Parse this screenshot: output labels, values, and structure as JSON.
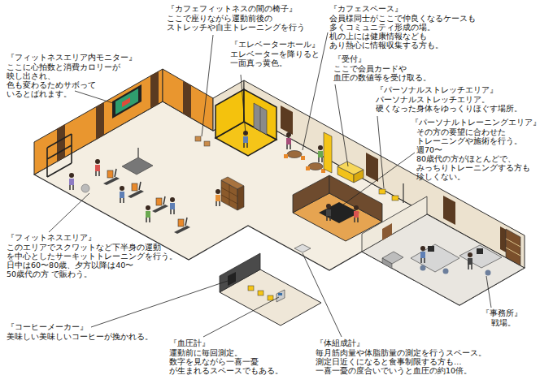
{
  "diagram": {
    "labels": [
      "『カフェフィットネスの間の椅子』",
      "ここで座りながら運動前後の ストレッチや自主トレーニングを行う",
      "『カフェスペース』",
      "会員様同士がここで仲良くなるケースも 多くコミュニティ形成の場。 机の上には健康情報なども あり熱心に情報収集する方も。",
      "『フィットネスエリア内モニター』",
      "ここに心拍数と消費カロリーが 映し出され、色も変わるためサボって いるとばれます。",
      "『エレベーターホール』",
      "エレベーターを降りると 一面真っ黄色。",
      "『受付』",
      "ここで会員カードや 血圧の数値等を受け取る。",
      "『パーソナルストレッチエリア』",
      "パーソナルストレッチエリア。 硬くなった身体をゆっくりほぐす場所。",
      "『パーソナルトレーニングエリア』",
      "その方の要望に合わせた トレーニングや施術を行う。 週70〜80歳代の方がほとんどで、 みっちりトレーニングする方も 珍しくない。",
      "『フィットネスエリア』",
      "このエリアでスクワットなど下半身の運動 を中心としたサーキットトレーニングを行う。 日中は60〜80歳、夕方以降は40〜50歳代の方 で賑わう。",
      "『コーヒーメーカー』",
      "美味しい美味しいコーヒーが挽かれる。",
      "『血圧計』",
      "運動前に毎回測定。 数字を見ながら一喜一憂 が生まれるスペースでもある。",
      "『体組成計』",
      "毎月筋肉量や体脂肪量の測定を行うスペース。 測定日近くになると食事制限する方も… 一喜一憂の度合いでいうと血圧の約10倍。",
      "『事務所』",
      "戦場。"
    ]
  }
}
